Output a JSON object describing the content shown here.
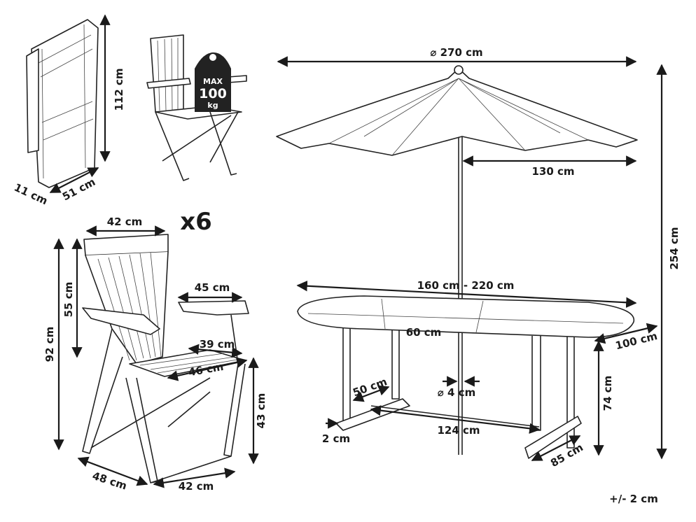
{
  "umbrella": {
    "diameter": "⌀ 270 cm",
    "radius": "130 cm",
    "height": "254 cm",
    "pole": "⌀ 4 cm"
  },
  "table": {
    "length": "160 cm - 220 cm",
    "extension": "60 cm",
    "width": "100 cm",
    "height": "74 cm",
    "leg_depth": "50 cm",
    "foot": "2 cm",
    "leg_span": "124 cm",
    "base_width": "85 cm"
  },
  "folded_chair": {
    "height": "112 cm",
    "depth": "11 cm",
    "width": "51 cm"
  },
  "load_badge": {
    "line1": "MAX",
    "line2": "100",
    "line3": "kg"
  },
  "quantity": "x6",
  "chair": {
    "back_width": "42 cm",
    "back_height": "55 cm",
    "armrest": "45 cm",
    "total_height": "92 cm",
    "seat_depth": "39 cm",
    "seat_width": "46 cm",
    "seat_height": "43 cm",
    "depth": "48 cm",
    "width": "42 cm"
  },
  "tolerance": "+/- 2 cm"
}
